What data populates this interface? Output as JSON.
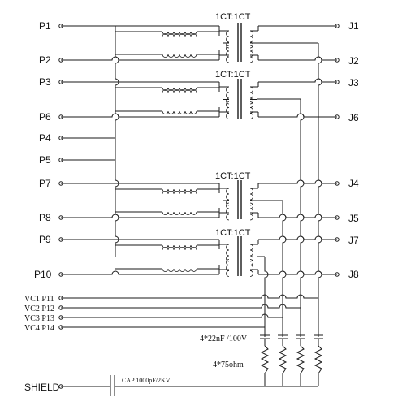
{
  "left_pins": {
    "p1": "P1",
    "p2": "P2",
    "p3": "P3",
    "p6": "P6",
    "p4": "P4",
    "p5": "P5",
    "p7": "P7",
    "p8": "P8",
    "p9": "P9",
    "p10": "P10"
  },
  "right_pins": {
    "j1": "J1",
    "j2": "J2",
    "j3": "J3",
    "j6": "J6",
    "j4": "J4",
    "j5": "J5",
    "j7": "J7",
    "j8": "J8"
  },
  "vc_pins": {
    "vc1": "VC1 P11",
    "vc2": "VC2 P12",
    "vc3": "VC3 P13",
    "vc4": "VC4 P14"
  },
  "transformer_ratio": "1CT:1CT",
  "cap_bank_label": "4*22nF /100V",
  "resistor_label": "4*75ohm",
  "shield_label": "SHIELD",
  "shield_cap_label": "CAP 1000pF/2KV"
}
